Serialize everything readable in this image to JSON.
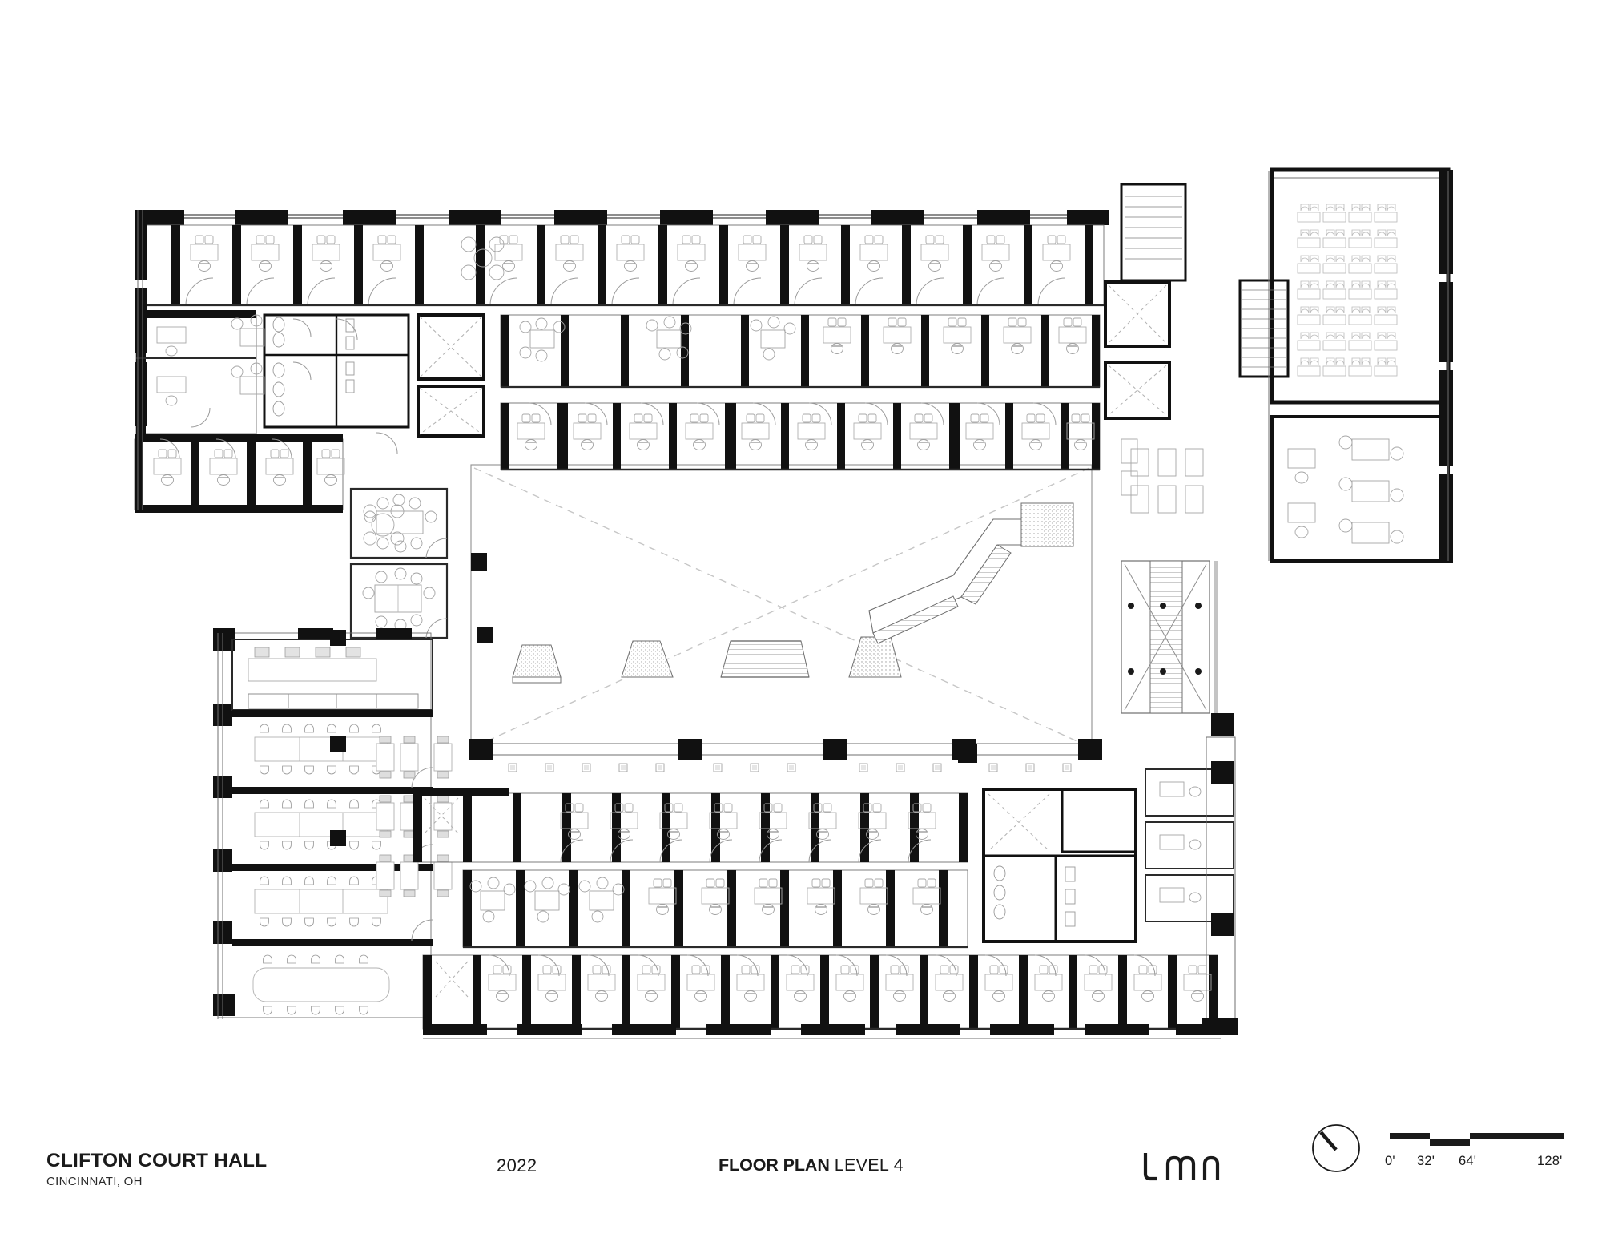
{
  "document": {
    "type": "architectural-floor-plan",
    "background_color": "#ffffff",
    "ink_color": "#1a1a1a"
  },
  "title_block": {
    "project_name": "CLIFTON COURT HALL",
    "project_location": "CINCINNATI, OH",
    "year": "2022",
    "sheet_title_bold": "FLOOR PLAN",
    "sheet_title_light": "LEVEL 4",
    "firm_logo": "lmn-logo",
    "north_arrow": "north-arrow-icon"
  },
  "scale_bar": {
    "units": "feet",
    "ticks": [
      "0'",
      "32'",
      "64'",
      "128'"
    ],
    "segment_values": [
      0,
      32,
      64,
      128
    ],
    "bar_color": "#1a1a1a"
  },
  "plan": {
    "level": "4",
    "drawing_colors": {
      "wall_poche": "#111111",
      "partition": "#1a1a1a",
      "furniture": "#b9b9b9",
      "void_dash": "#c9c9c9",
      "light_line": "#8d8d8d",
      "stipple": "#cfcfcf"
    },
    "spaces": [
      {
        "name": "north-office-row",
        "type": "private-office-bank",
        "count": 16
      },
      {
        "name": "north-inner-office-row",
        "type": "private-office-bank",
        "count": 13
      },
      {
        "name": "north-second-office-row",
        "type": "private-office-bank",
        "count": 12
      },
      {
        "name": "west-office-cluster",
        "type": "private-office-bank",
        "count": 8
      },
      {
        "name": "central-atrium",
        "type": "open-to-below-void"
      },
      {
        "name": "atrium-terrace-stairs",
        "type": "feature-stair-terrace",
        "count": 5
      },
      {
        "name": "lecture-hall",
        "type": "tiered-classroom",
        "rows": 7,
        "tables_per_row": 4,
        "seats_per_table": 2
      },
      {
        "name": "east-open-office",
        "type": "workstation-cluster"
      },
      {
        "name": "west-conference-rooms",
        "type": "conference-room",
        "count": 2
      },
      {
        "name": "southwest-seminar-rooms",
        "type": "seminar-room",
        "count": 4
      },
      {
        "name": "pantry",
        "type": "break-room"
      },
      {
        "name": "study-table-cluster",
        "type": "open-study",
        "clusters": 3
      },
      {
        "name": "south-office-row",
        "type": "private-office-bank",
        "count": 14
      },
      {
        "name": "south-inner-office-row",
        "type": "private-office-bank",
        "count": 11
      },
      {
        "name": "south-lower-office-row",
        "type": "private-office-bank",
        "count": 16
      },
      {
        "name": "north-core",
        "type": "elevator-stair-core"
      },
      {
        "name": "east-core",
        "type": "elevator-stair-core"
      },
      {
        "name": "south-core",
        "type": "restroom-service-core"
      },
      {
        "name": "northwest-restrooms",
        "type": "restroom-core"
      },
      {
        "name": "balcony-counter-seating",
        "type": "counter-with-stools"
      }
    ]
  }
}
